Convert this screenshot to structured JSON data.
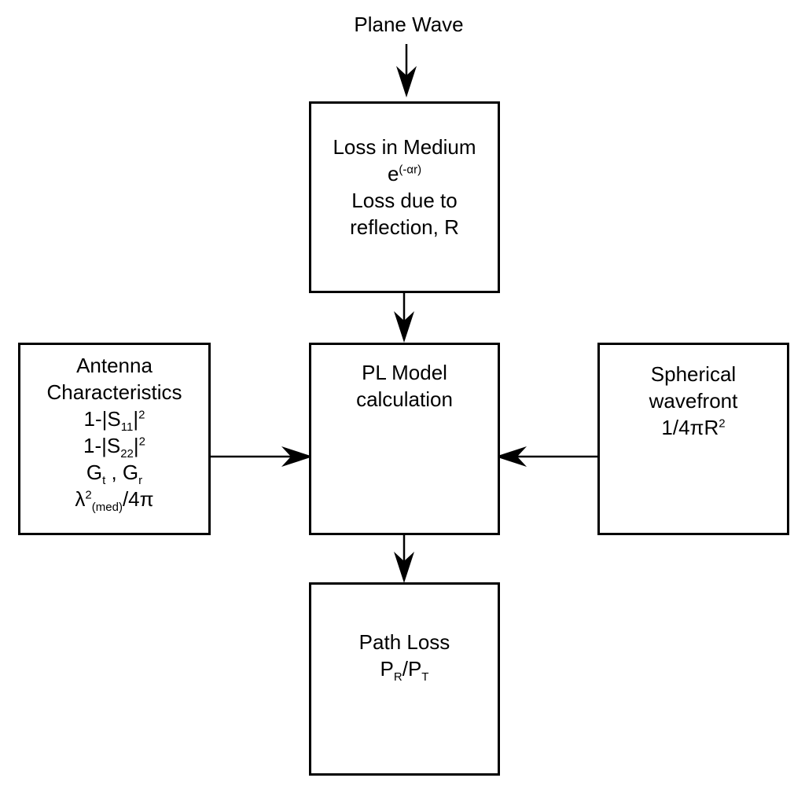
{
  "input_label": "Plane Wave",
  "boxes": {
    "medium": {
      "line1": "Loss in Medium",
      "exp_base": "e",
      "exp_power": "(-αr)",
      "line3": "Loss due to",
      "line4": "reflection,  R"
    },
    "antenna": {
      "line1": "Antenna",
      "line2": "Characteristics",
      "s11_pre": "1-|S",
      "s11_sub": "11",
      "s11_mid": "|",
      "s11_sup": "2",
      "s22_pre": "1-|S",
      "s22_sub": "22",
      "s22_mid": "|",
      "s22_sup": "2",
      "g_pre": "G",
      "g_sub_t": "t",
      "g_mid": " , G",
      "g_sub_r": "r",
      "lambda_pre": "λ",
      "lambda_sup": "2",
      "lambda_sub": "(med)",
      "lambda_post": "/4π"
    },
    "model": {
      "line1": "PL Model",
      "line2": "calculation"
    },
    "spherical": {
      "line1": "Spherical",
      "line2": "wavefront",
      "formula_pre": "1/4πR",
      "formula_sup": "2"
    },
    "pathloss": {
      "line1": "Path Loss",
      "pr": "P",
      "pr_sub": "R",
      "slash": "/P",
      "pt_sub": "T"
    }
  }
}
